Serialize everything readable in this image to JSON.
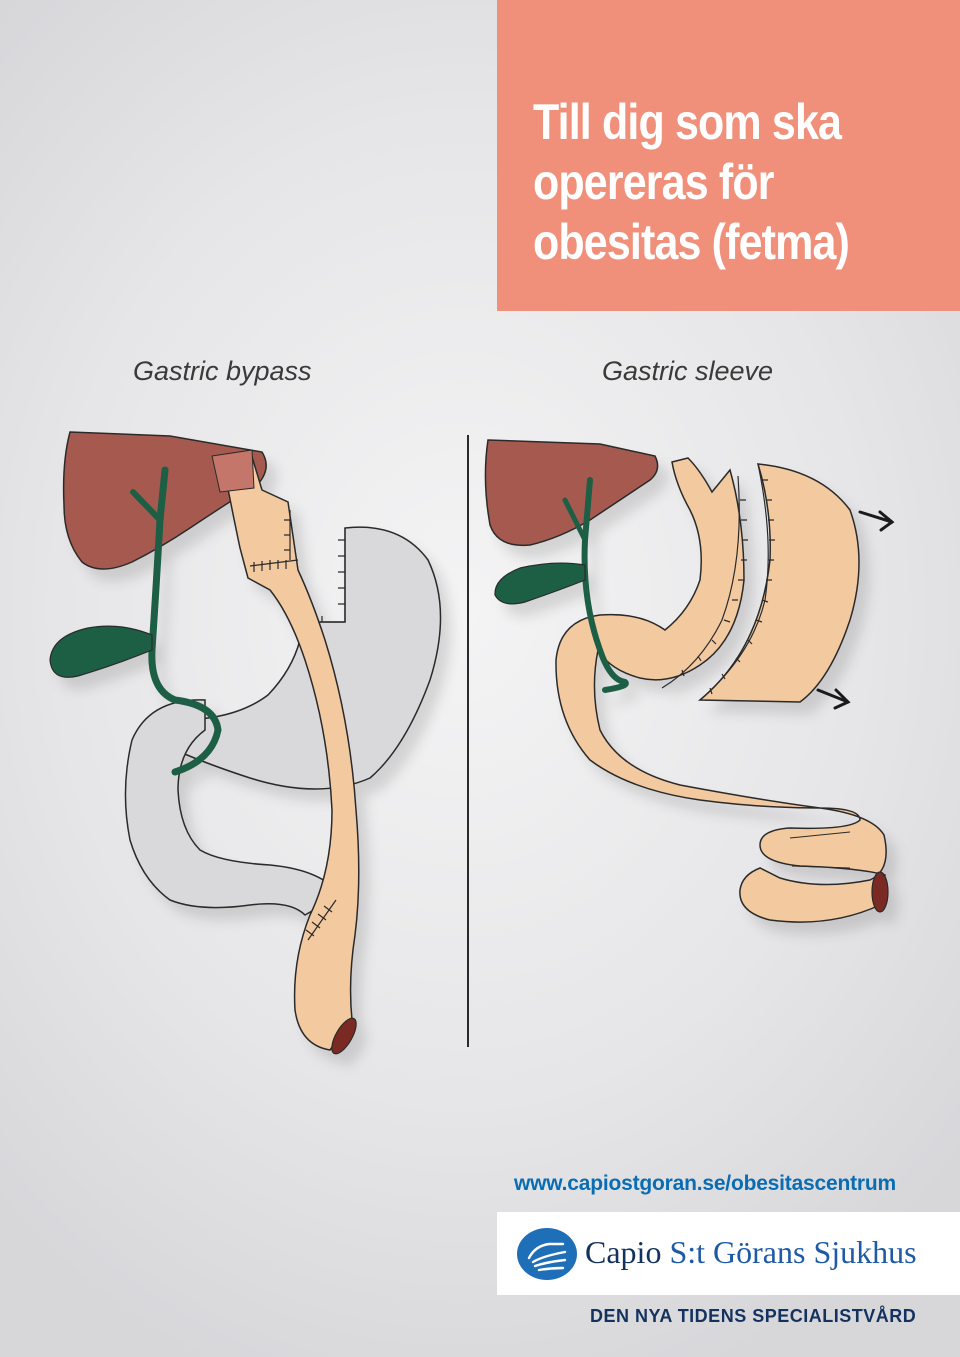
{
  "title": {
    "line1": "Till dig som ska",
    "line2": "opereras för",
    "line3": "obesitas (fetma)"
  },
  "captions": {
    "left": "Gastric bypass",
    "right": "Gastric sleeve"
  },
  "website": "www.capiostgoran.se/obesitascentrum",
  "logo": {
    "name_part1": "Capio ",
    "name_part2": "S:t Görans Sjukhus",
    "icon": "hand-icon"
  },
  "tagline": "DEN NYA TIDENS SPECIALISTVÅRD",
  "colors": {
    "title_bg": "#f0907a",
    "liver": "#a65a50",
    "gallbladder": "#1f5e45",
    "intestine": "#f3c9a0",
    "stomach_gray": "#d9d9dc",
    "link_blue": "#0a6db3",
    "brand_navy": "#14325f"
  }
}
